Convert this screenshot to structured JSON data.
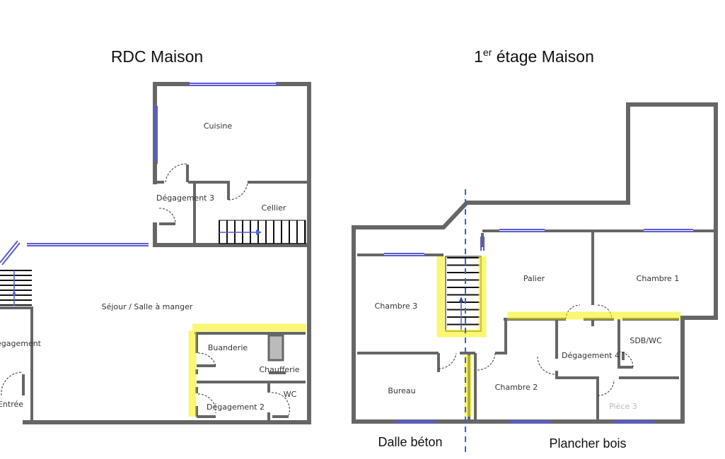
{
  "plans": [
    {
      "title": "RDC Maison",
      "rooms": [
        "Cuisine",
        "Dégagement 3",
        "Cellier",
        "Séjour / Salle à manger",
        "Dégagement",
        "Entrée",
        "Buanderie",
        "Chaufferie",
        "Dégagement 2",
        "WC"
      ]
    },
    {
      "title_main": "1",
      "title_sup": "er",
      "title_rest": " étage Maison",
      "rooms": [
        "Palier",
        "Chambre 1",
        "Chambre 3",
        "SDB/WC",
        "Dégagement 4",
        "Bureau",
        "Chambre 2",
        "Pièce 3"
      ]
    }
  ],
  "captions": {
    "left": "Dalle béton",
    "right": "Plancher bois"
  },
  "colors": {
    "wall": "#666666",
    "window": "#5a5ad0",
    "highlight": "#f4f000",
    "divider": "#3a5fd0"
  }
}
